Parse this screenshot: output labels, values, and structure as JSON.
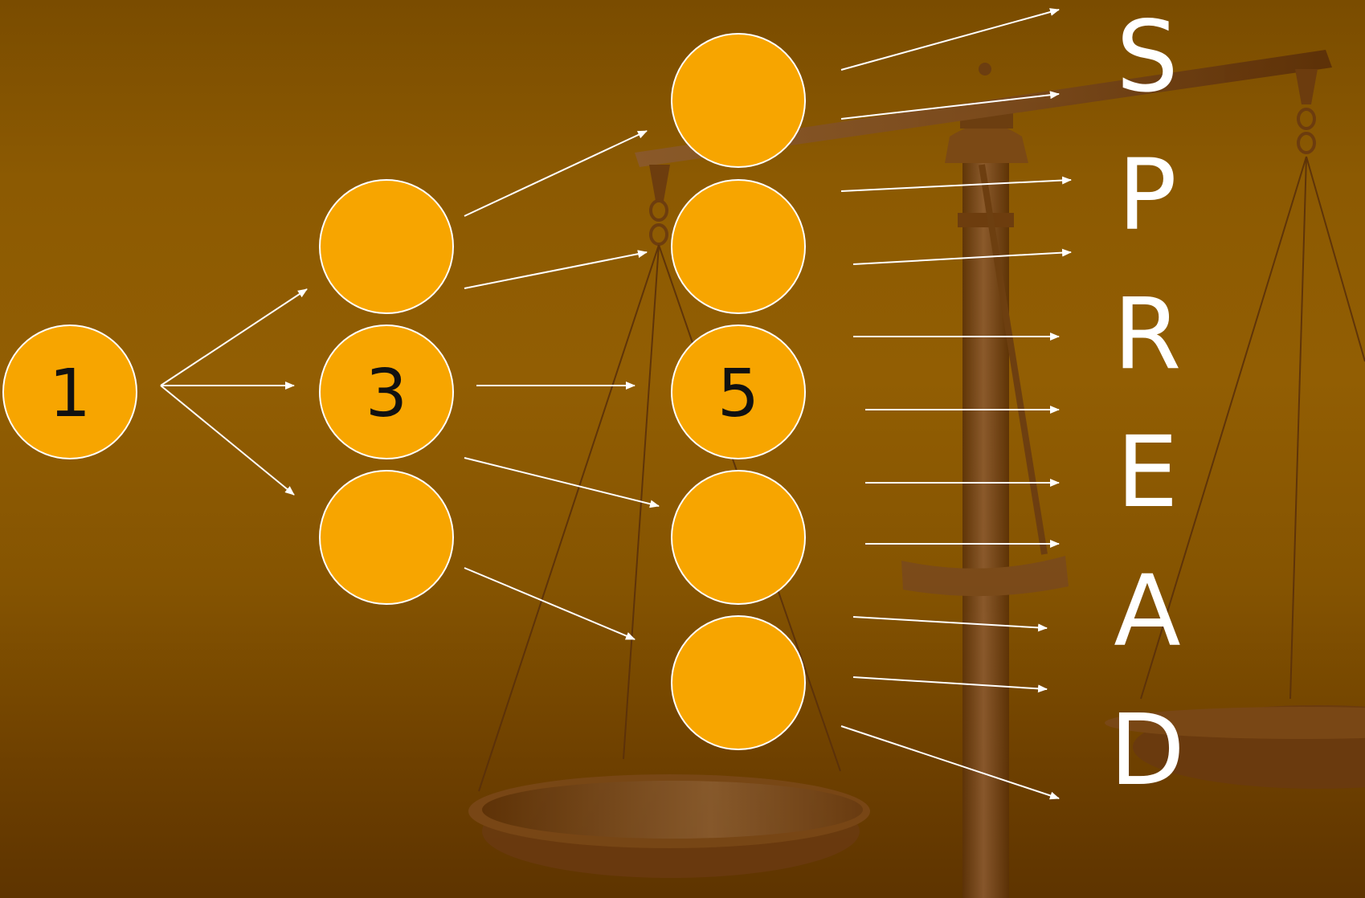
{
  "diagram": {
    "nodes": {
      "left": "1",
      "middle": "3",
      "right": "5"
    },
    "letters": [
      "S",
      "P",
      "R",
      "E",
      "A",
      "D"
    ]
  },
  "colors": {
    "background": "#8c5a02",
    "node_fill": "#f7a500",
    "node_stroke": "#ffffff",
    "arrow": "#ffffff",
    "node_text": "#111111",
    "letter_text": "#ffffff",
    "scale": "#6a3a0e"
  }
}
